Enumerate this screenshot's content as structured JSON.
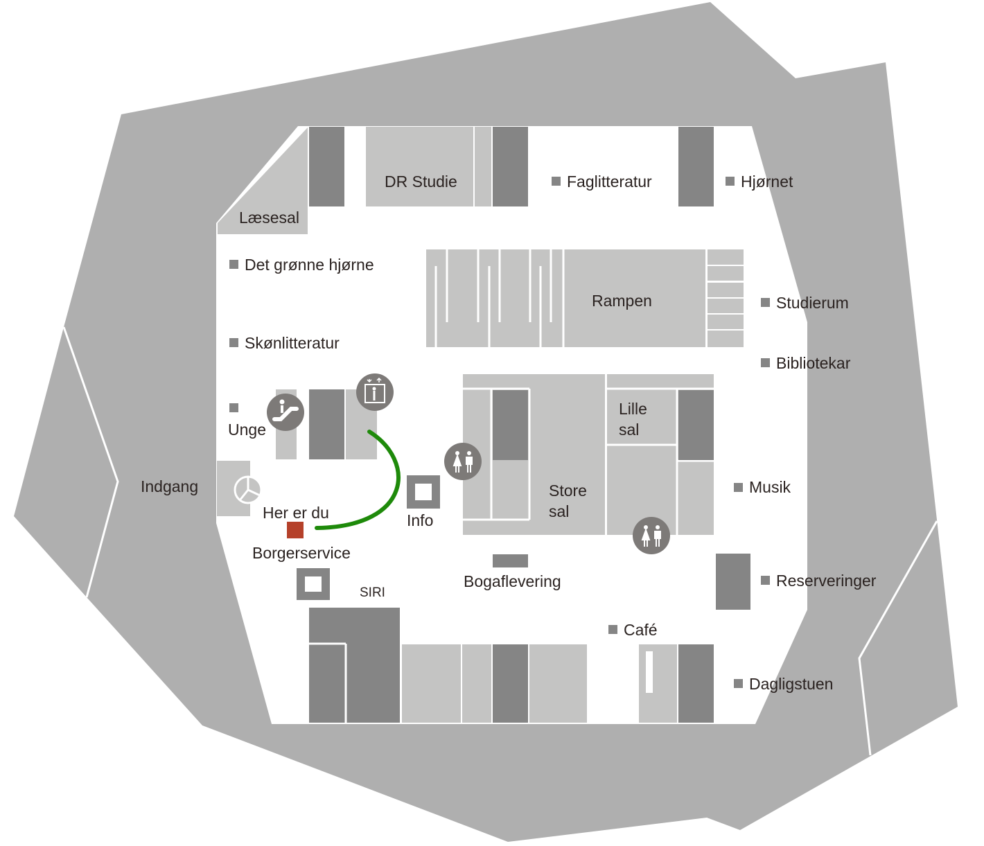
{
  "map": {
    "colors": {
      "building": "#afafaf",
      "room_light": "#c4c4c3",
      "room_dark": "#858585",
      "you_are_here": "#b5412a",
      "route": "#1e8a0a",
      "icon": "#7d7a78"
    },
    "labels": {
      "laesesal": "Læsesal",
      "dr_studie": "DR Studie",
      "faglitteratur": "Faglitteratur",
      "hjoernet": "Hjørnet",
      "det_groenne": "Det grønne hjørne",
      "rampen": "Rampen",
      "studierum": "Studierum",
      "skoenlitteratur": "Skønlitteratur",
      "bibliotekar": "Bibliotekar",
      "unge": "Unge",
      "lille_sal_1": "Lille",
      "lille_sal_2": "sal",
      "indgang": "Indgang",
      "her_er_du": "Her er du",
      "info": "Info",
      "store_sal_1": "Store",
      "store_sal_2": "sal",
      "musik": "Musik",
      "borgerservice": "Borgerservice",
      "siri": "SIRI",
      "bogaflevering": "Bogaflevering",
      "reserveringer": "Reserveringer",
      "cafe": "Café",
      "dagligstuen": "Dagligstuen"
    },
    "icons": [
      "escalator-icon",
      "elevator-icon",
      "toilet-icon",
      "toilet-icon",
      "revolving-door-icon"
    ]
  }
}
